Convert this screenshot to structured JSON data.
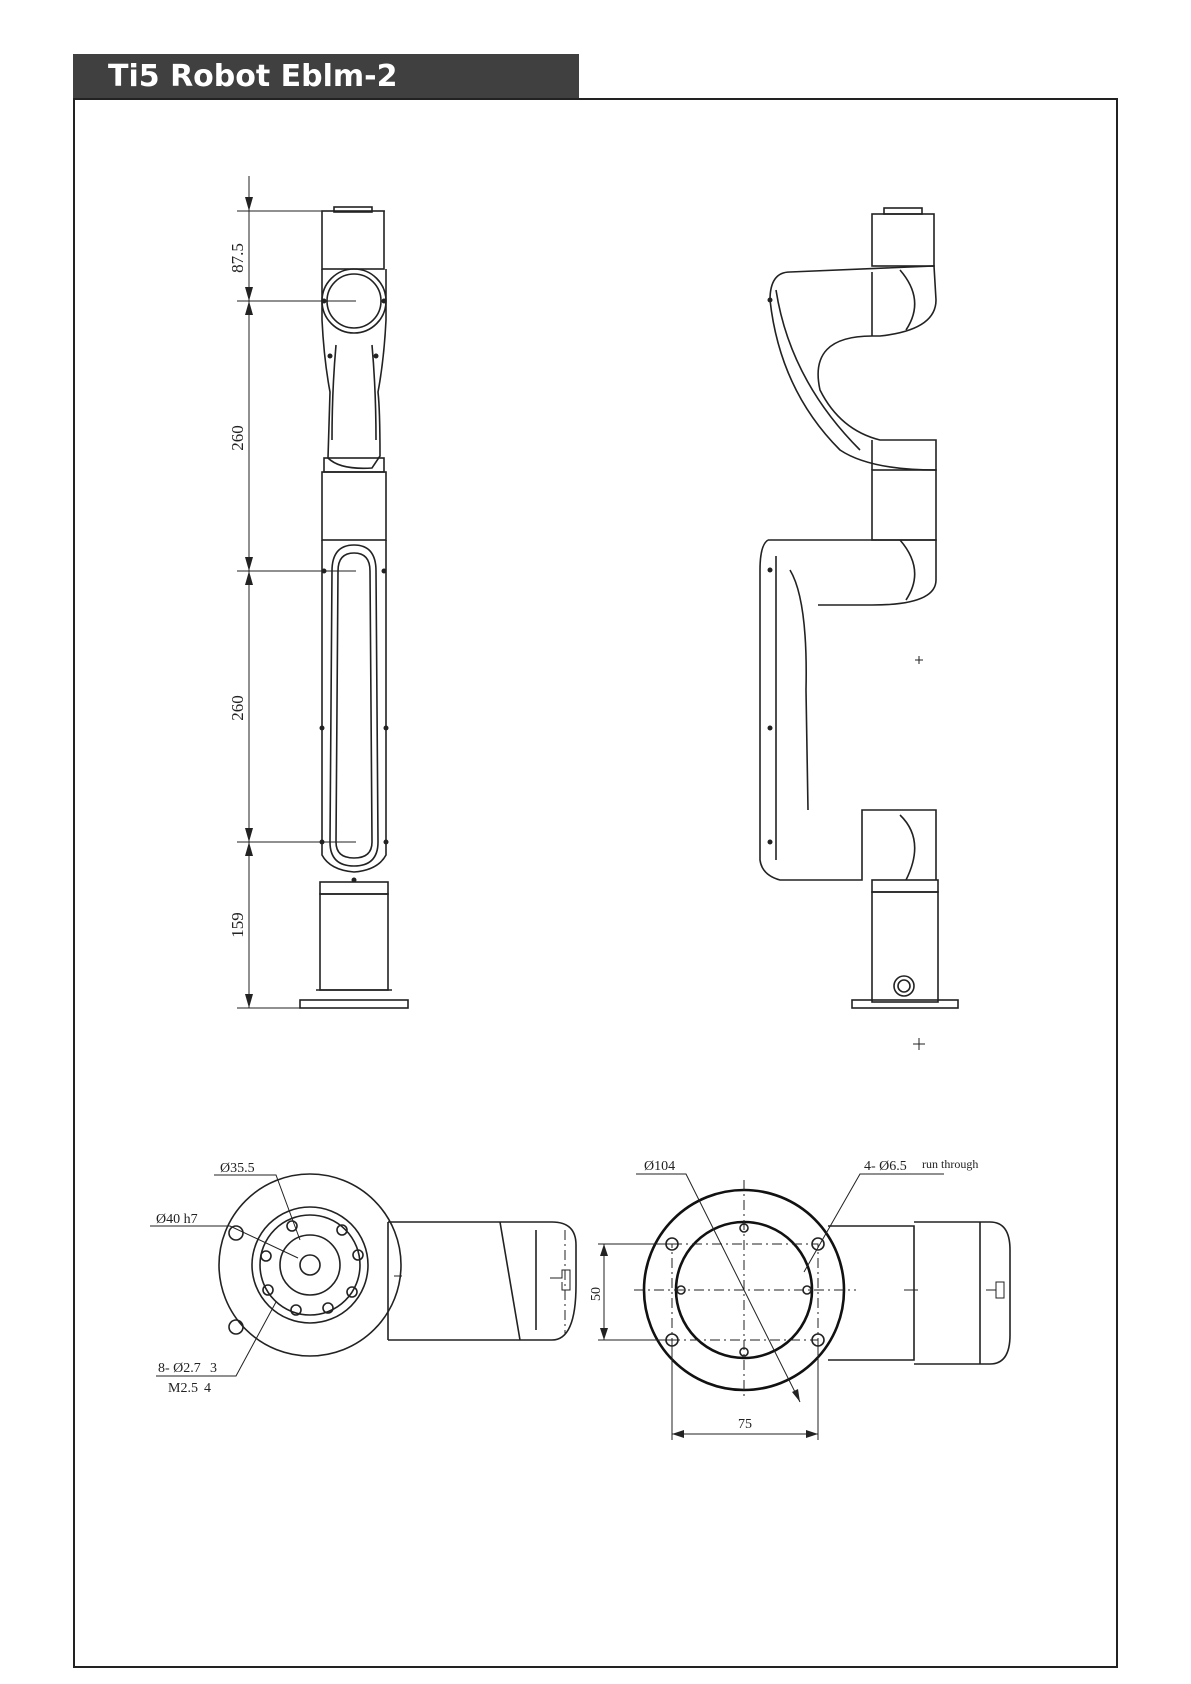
{
  "header": {
    "title": "Ti5 Robot Eblm-2"
  },
  "front_view": {
    "dimensions": [
      "87.5",
      "260",
      "260",
      "159"
    ]
  },
  "flange_view": {
    "callouts": {
      "d1": "Ø35.5",
      "d2": "Ø40 h7",
      "holes_1": "8- Ø2.7",
      "holes_1_depth": "3",
      "holes_2": "M2.5",
      "holes_2_depth": "4"
    }
  },
  "base_view": {
    "callouts": {
      "d_base": "Ø104",
      "holes": "4- Ø6.5",
      "holes_note": "run through",
      "spacing_v": "50",
      "spacing_h": "75"
    }
  }
}
